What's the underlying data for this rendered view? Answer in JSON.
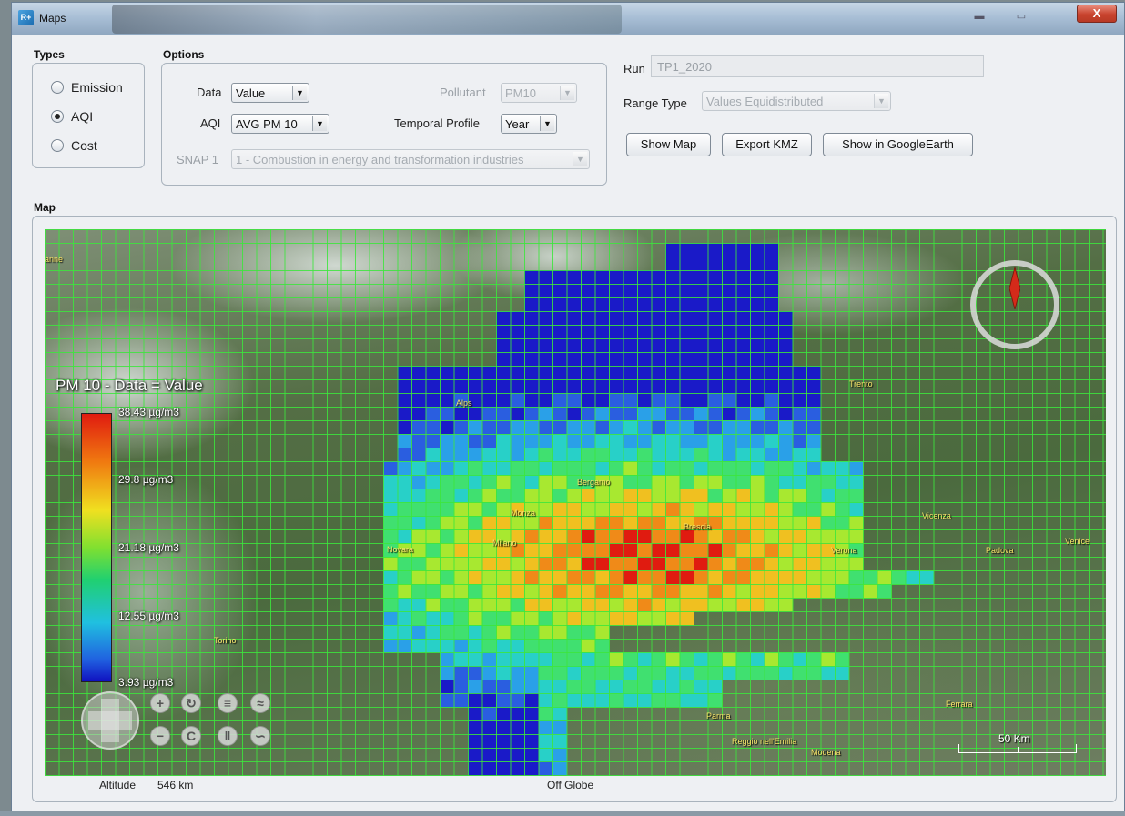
{
  "window": {
    "title": "Maps",
    "app_icon": "R+",
    "close_label": "X",
    "minimize_label": "▬",
    "maximize_label": "▭"
  },
  "types": {
    "title": "Types",
    "options": [
      {
        "label": "Emission",
        "checked": false
      },
      {
        "label": "AQI",
        "checked": true
      },
      {
        "label": "Cost",
        "checked": false
      }
    ]
  },
  "options": {
    "title": "Options",
    "data_label": "Data",
    "data_value": "Value",
    "aqi_label": "AQI",
    "aqi_value": "AVG PM 10",
    "snap_label": "SNAP 1",
    "snap_value": "1 - Combustion in energy and transformation industries",
    "pollutant_label": "Pollutant",
    "pollutant_value": "PM10",
    "temporal_label": "Temporal Profile",
    "temporal_value": "Year"
  },
  "run": {
    "label": "Run",
    "value": "TP1_2020"
  },
  "range": {
    "label": "Range Type",
    "value": "Values Equidistributed"
  },
  "buttons": {
    "show_map": "Show Map",
    "export_kmz": "Export KMZ",
    "show_google_earth": "Show in GoogleEarth"
  },
  "map": {
    "title": "Map",
    "legend_title": "PM 10 - Data = Value",
    "legend_labels": [
      "38.43 µg/m3",
      "29.8 µg/m3",
      "21.18 µg/m3",
      "12.55 µg/m3",
      "3.93 µg/m3"
    ],
    "cities": [
      "anne",
      "Alps",
      "Bergamo",
      "Monza",
      "Brescia",
      "Milano",
      "Novara",
      "Torino",
      "Trento",
      "Vicenza",
      "Verona",
      "Padova",
      "Venice",
      "Parma",
      "Reggio nell'Emilia",
      "Modena",
      "Ferrara"
    ],
    "scale_label": "50 Km",
    "colors": {
      "grid": "#3ce63c",
      "high": "#e01b10",
      "low": "#1010c0"
    }
  },
  "status": {
    "altitude_label": "Altitude",
    "altitude_value": "546 km",
    "globe_status": "Off Globe"
  }
}
